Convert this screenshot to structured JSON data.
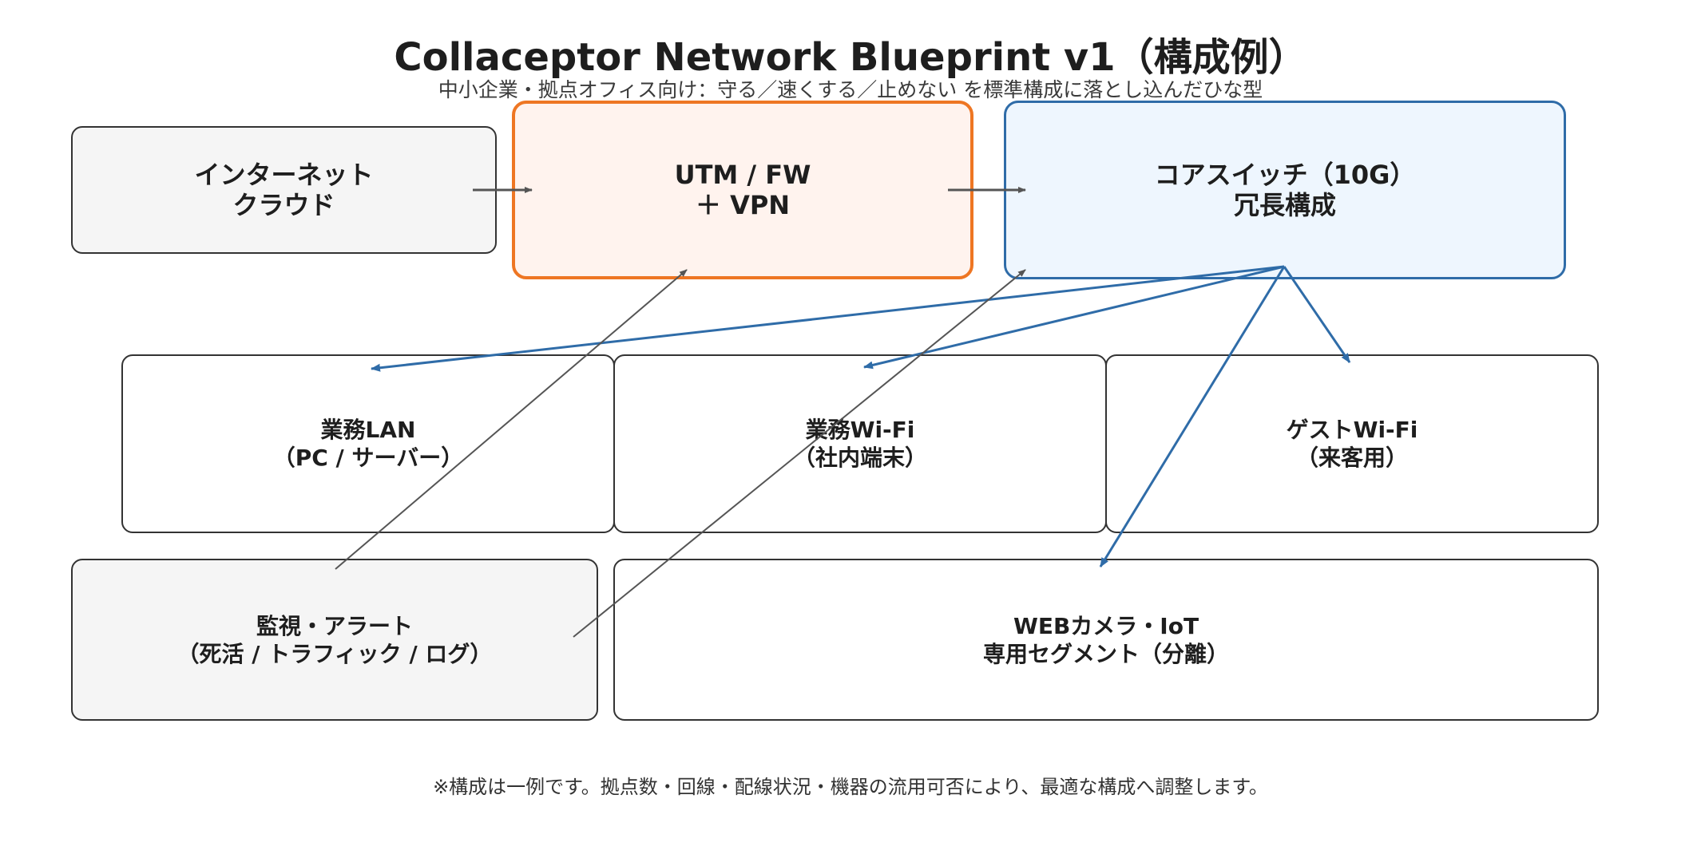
{
  "diagram": {
    "title": "Collaceptor Network Blueprint v1（構成例）",
    "subtitle": "中小企業・拠点オフィス向け：守る／速くする／止めない を標準構成に落とし込んだひな型",
    "nodes": {
      "internet": {
        "line1": "インターネット",
        "line2": "クラウド"
      },
      "utm": {
        "line1": "UTM / FW",
        "line2": "＋ VPN"
      },
      "core": {
        "line1": "コアスイッチ（10G）",
        "line2": "冗長構成"
      },
      "biz_lan": {
        "line1": "業務LAN",
        "line2": "（PC / サーバー）"
      },
      "biz_wifi": {
        "line1": "業務Wi-Fi",
        "line2": "（社内端末）"
      },
      "guest_wifi": {
        "line1": "ゲストWi-Fi",
        "line2": "（来客用）"
      },
      "monitor": {
        "line1": "監視・アラート",
        "line2": "（死活 / トラフィック / ログ）"
      },
      "iot": {
        "line1": "WEBカメラ・IoT",
        "line2": "専用セグメント（分離）"
      }
    },
    "edges": [
      {
        "from": "internet",
        "to": "utm"
      },
      {
        "from": "utm",
        "to": "core"
      },
      {
        "from": "core",
        "to": "biz_lan"
      },
      {
        "from": "core",
        "to": "biz_wifi"
      },
      {
        "from": "core",
        "to": "guest_wifi"
      },
      {
        "from": "core",
        "to": "iot"
      },
      {
        "from": "monitor",
        "to": "utm"
      },
      {
        "from": "monitor",
        "to": "core"
      }
    ],
    "colors": {
      "text": "#1e1e1e",
      "border": "#333333",
      "utm_border": "#ee7623",
      "utm_fill": "#fff3ee",
      "core_border": "#2f6ca8",
      "core_fill": "#eef6fe",
      "gray_fill": "#f5f5f5",
      "arrow_gray": "#555555",
      "arrow_blue": "#2f6ca8"
    },
    "footnote": "※構成は一例です。拠点数・回線・配線状況・機器の流用可否により、最適な構成へ調整します。"
  }
}
